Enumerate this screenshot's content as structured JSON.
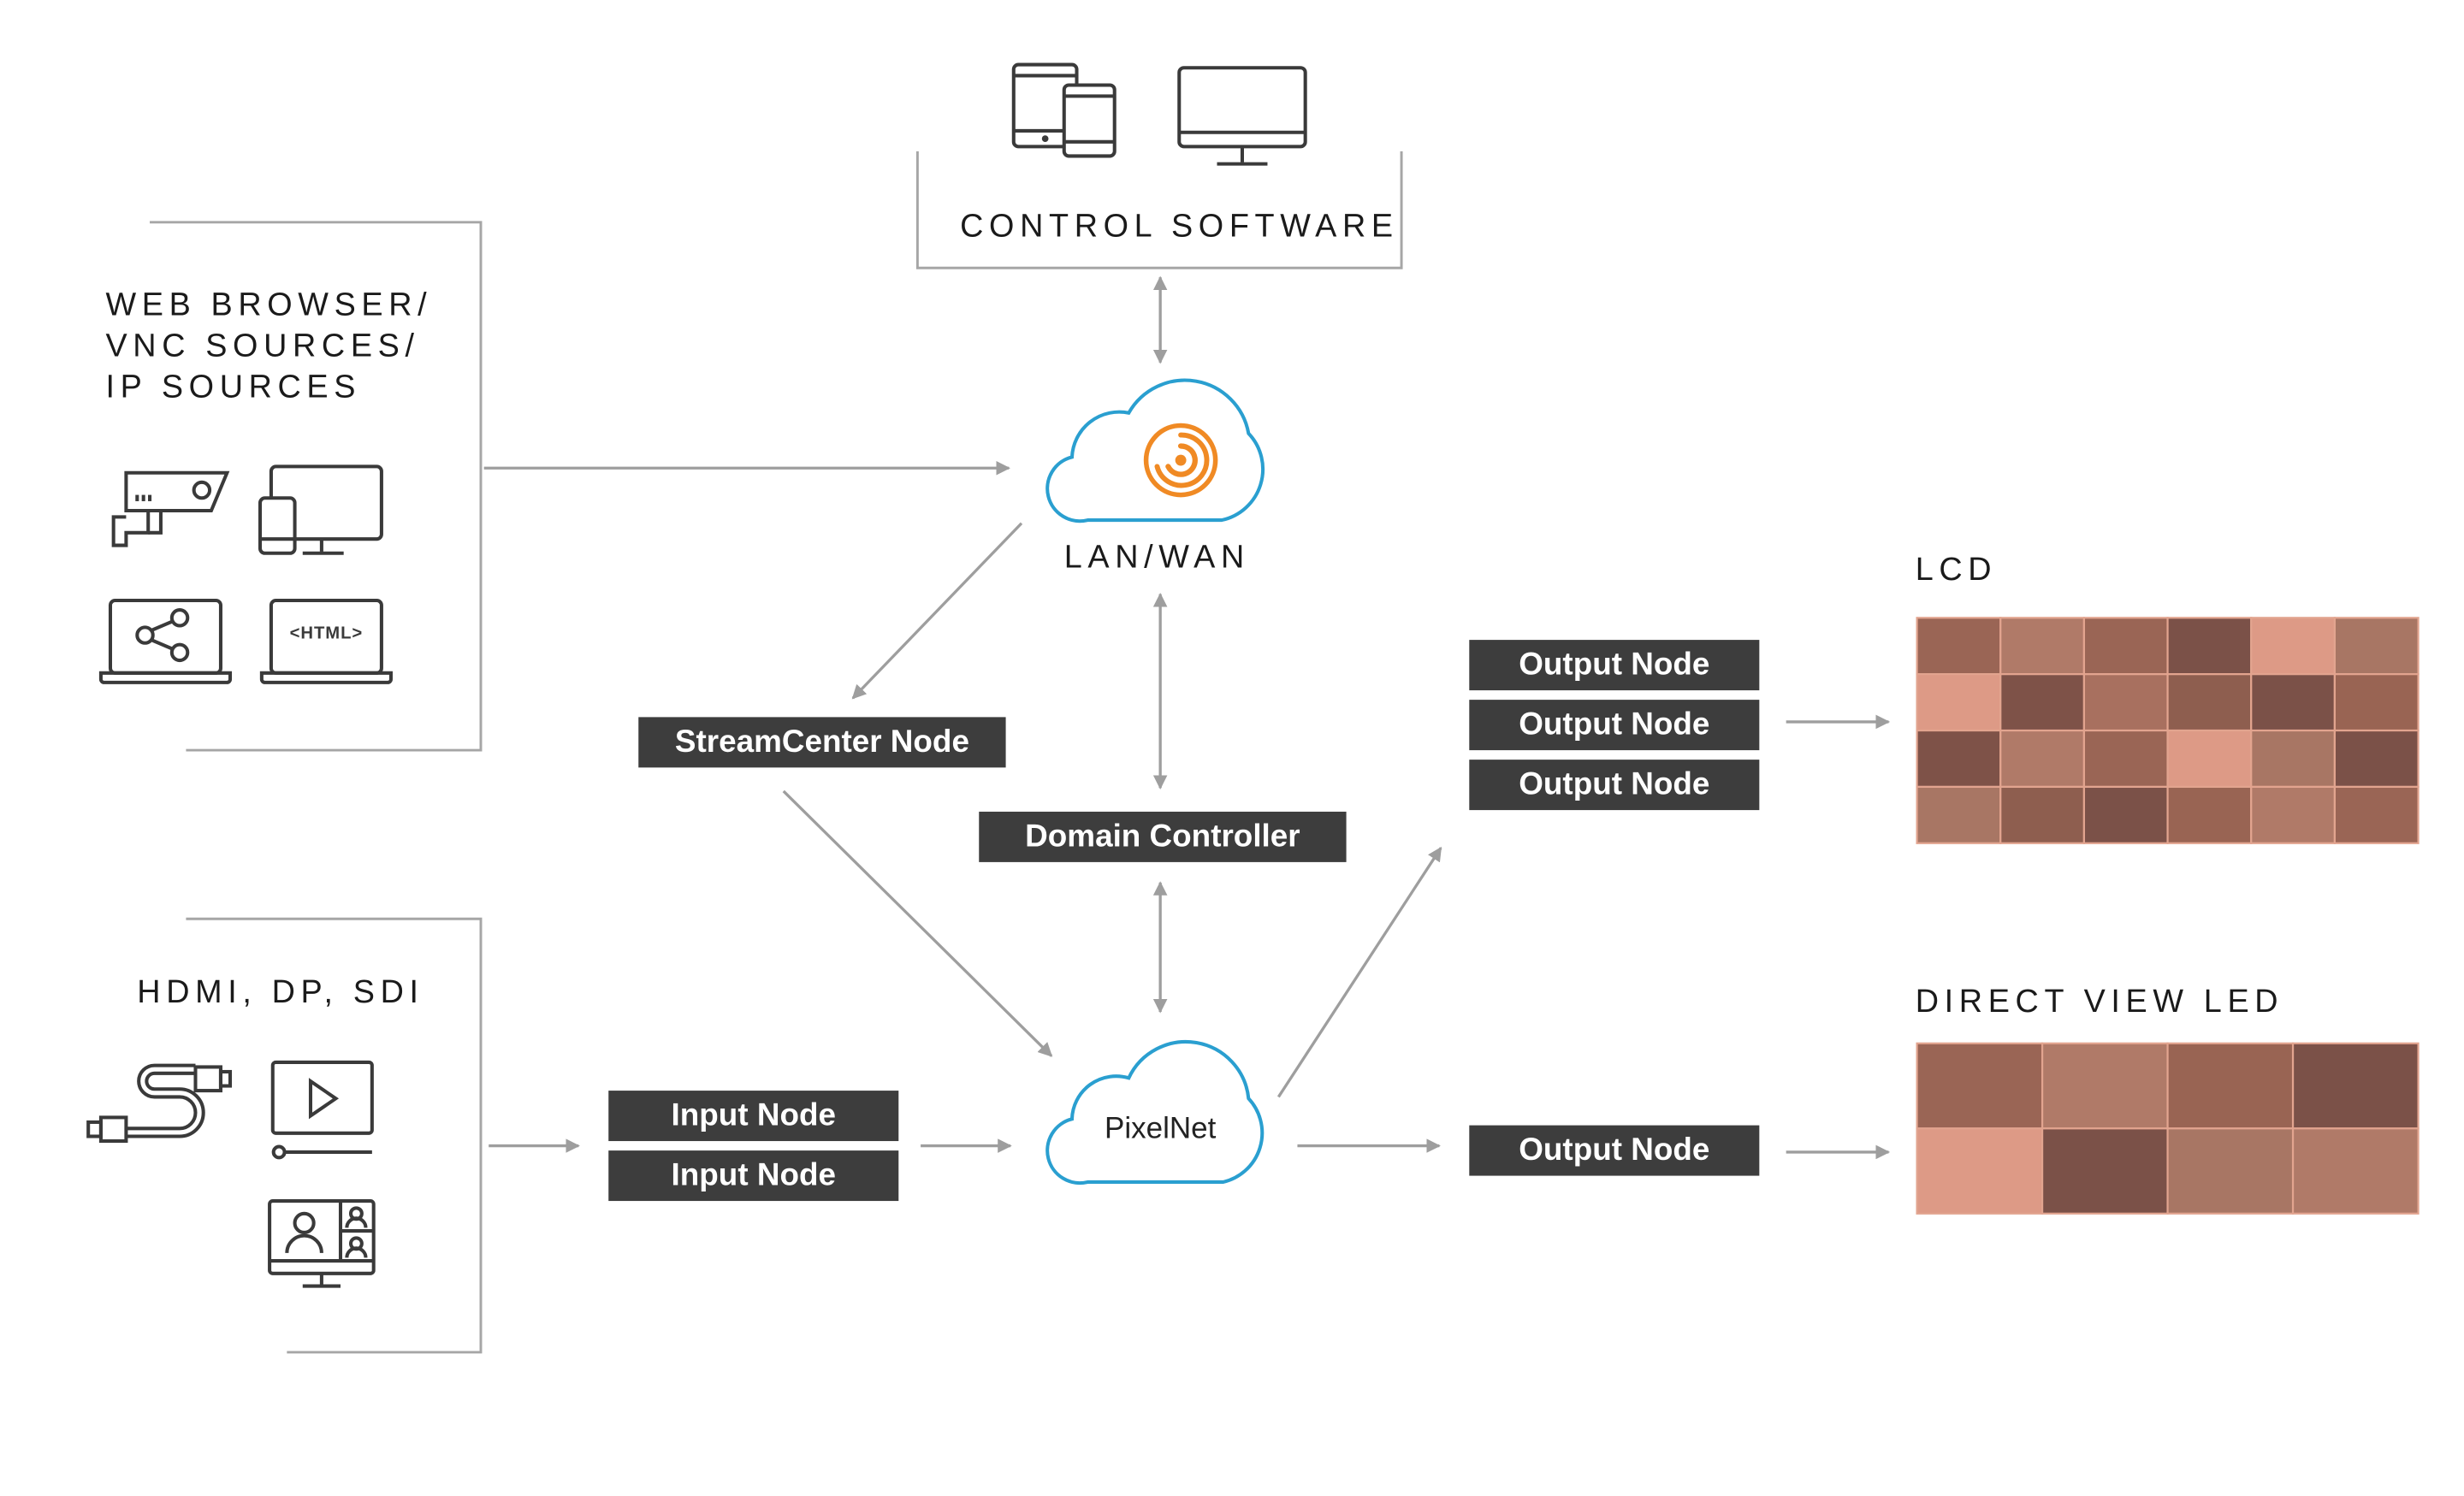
{
  "labels": {
    "control_software": "CONTROL SOFTWARE",
    "web_sources": "WEB BROWSER/\nVNC SOURCES/\nIP SOURCES",
    "hdmi_sources": "HDMI, DP, SDI",
    "lan_wan": "LAN/WAN",
    "lcd": "LCD",
    "direct_view_led": "DIRECT VIEW LED",
    "pixelnet": "PixelNet",
    "html_tag": "<HTML>"
  },
  "nodes": {
    "streamcenter": "StreamCenter Node",
    "domain_controller": "Domain Controller",
    "input_1": "Input Node",
    "input_2": "Input Node",
    "output_lcd_1": "Output Node",
    "output_lcd_2": "Output Node",
    "output_lcd_3": "Output Node",
    "output_led": "Output Node"
  },
  "icons": {
    "control_software": [
      "tablet-phone-icon",
      "monitor-icon"
    ],
    "web_sources": [
      "security-camera-icon",
      "phone-monitor-icon",
      "laptop-share-icon",
      "laptop-html-icon"
    ],
    "hdmi_sources": [
      "usb-hdmi-cable-icon",
      "video-player-icon",
      "video-conference-icon"
    ]
  },
  "colors": {
    "node_bg": "#3d3d3d",
    "cloud_stroke": "#2a9fd0",
    "arrow": "#9e9e9e",
    "bracket": "#a6a6a6",
    "logo_orange": "#f08a24",
    "lcd_tiles": [
      [
        "#9a6555",
        "#b07a68",
        "#9a6555",
        "#7b5148",
        "#dd9a86",
        "#a87664"
      ],
      [
        "#dd9a86",
        "#7e5248",
        "#a8705f",
        "#8e5e4f",
        "#7b5148",
        "#996453"
      ],
      [
        "#7e5248",
        "#b07a68",
        "#9a6555",
        "#dd9a86",
        "#a87664",
        "#7b5148"
      ],
      [
        "#a87664",
        "#8e5e4f",
        "#7b5148",
        "#996453",
        "#b07a68",
        "#9a6555"
      ]
    ],
    "led_tiles": [
      [
        "#9a6555",
        "#b07a68",
        "#996453",
        "#7b5148"
      ],
      [
        "#dd9a86",
        "#7b5148",
        "#a87664",
        "#b07a68"
      ]
    ]
  }
}
